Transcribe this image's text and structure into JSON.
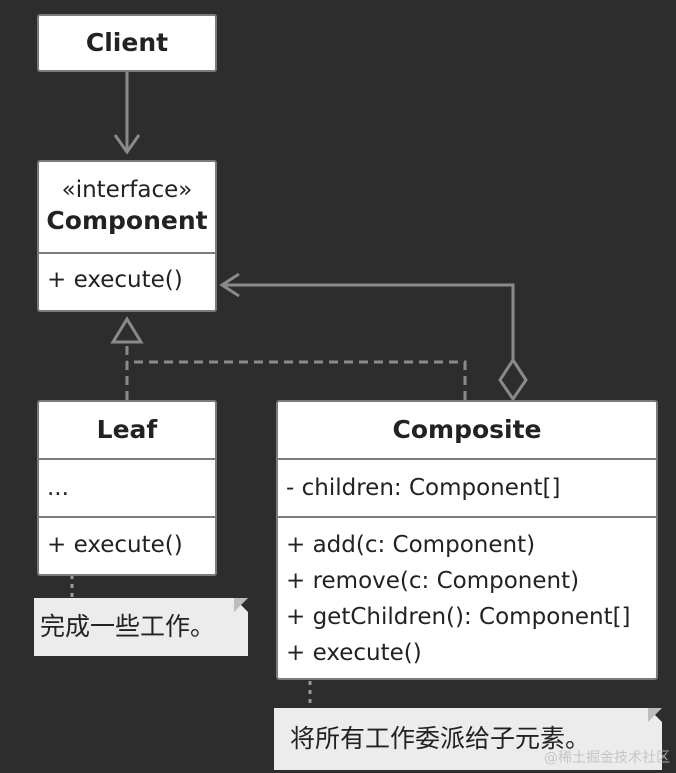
{
  "client": {
    "title": "Client"
  },
  "component": {
    "stereotype": "«interface»",
    "title": "Component",
    "methods": [
      "+ execute()"
    ]
  },
  "leaf": {
    "title": "Leaf",
    "fields": [
      "..."
    ],
    "methods": [
      "+ execute()"
    ],
    "note": "完成一些工作。"
  },
  "composite": {
    "title": "Composite",
    "fields": [
      "- children: Component[]"
    ],
    "methods": [
      "+ add(c: Component)",
      "+ remove(c: Component)",
      "+ getChildren(): Component[]",
      "+ execute()"
    ],
    "note": "将所有工作委派给子元素。"
  },
  "watermark": "@稀土掘金技术社区",
  "colors": {
    "background": "#2d2d2d",
    "box_fill": "#ffffff",
    "box_border": "#7a7a7a",
    "connector": "#8a8a8a",
    "note_fill": "#ececec"
  }
}
